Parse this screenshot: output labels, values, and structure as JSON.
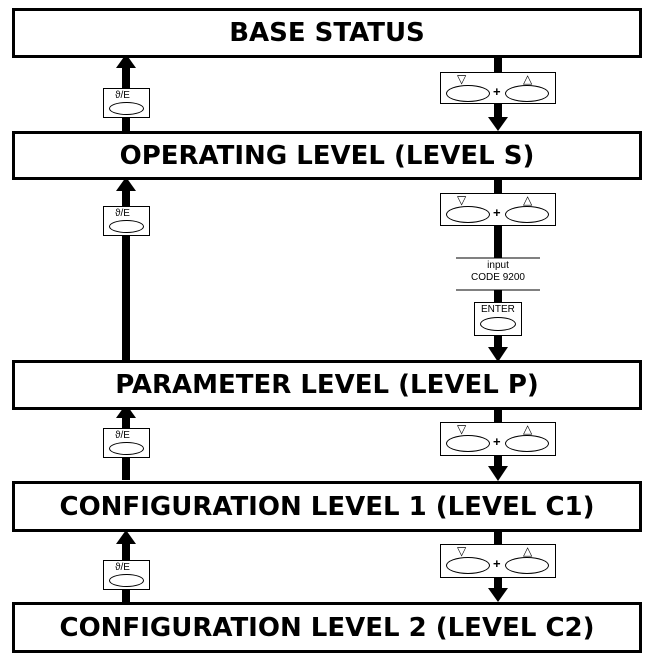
{
  "levels": [
    {
      "id": "base",
      "label": "BASE STATUS"
    },
    {
      "id": "operating",
      "label": "OPERATING LEVEL (LEVEL S)"
    },
    {
      "id": "parameter",
      "label": "PARAMETER LEVEL (LEVEL P)"
    },
    {
      "id": "config1",
      "label": "CONFIGURATION LEVEL 1 (LEVEL C1)"
    },
    {
      "id": "config2",
      "label": "CONFIGURATION LEVEL 2 (LEVEL C2)"
    }
  ],
  "keys": {
    "back_key_label": "ϑ/E",
    "plus_sign": "+",
    "down_symbol": "▽",
    "up_symbol": "△",
    "enter_label": "ENTER"
  },
  "code_entry": {
    "line1": "input",
    "line2": "CODE 9200"
  }
}
